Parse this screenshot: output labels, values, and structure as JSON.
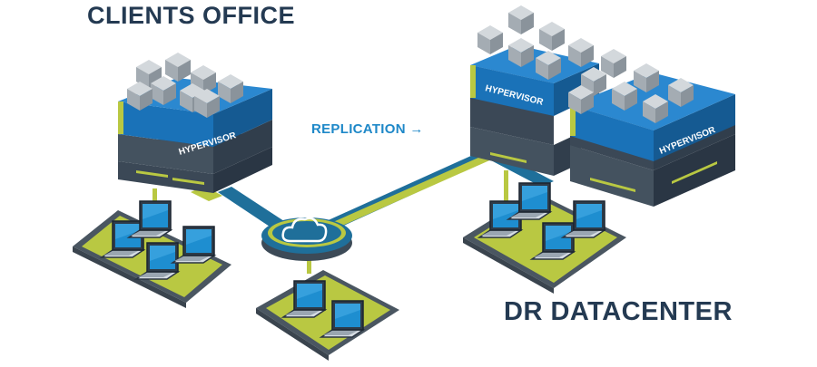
{
  "labels": {
    "clients_office": "CLIENTS OFFICE",
    "dr_datacenter": "DR DATACENTER",
    "replication": "REPLICATION →"
  },
  "servers": [
    {
      "site": "clients-office",
      "label": "HYPERVISOR"
    },
    {
      "site": "dr-datacenter",
      "label": "HYPERVISOR"
    },
    {
      "site": "dr-datacenter",
      "label": "HYPERVISOR"
    }
  ],
  "icons": [
    "cloud-icon",
    "laptop-icon",
    "server-icon",
    "vm-cube-icon"
  ],
  "colors": {
    "title_text": "#243a52",
    "replication_text": "#1e88c8",
    "platform_green": "#b9c842",
    "platform_dark": "#4a5661",
    "link_blue": "#1f6f9a",
    "hypervisor_blue": "#1a72b8",
    "server_dark": "#2d3b4a",
    "vm_cube": "#b5bcc2"
  }
}
